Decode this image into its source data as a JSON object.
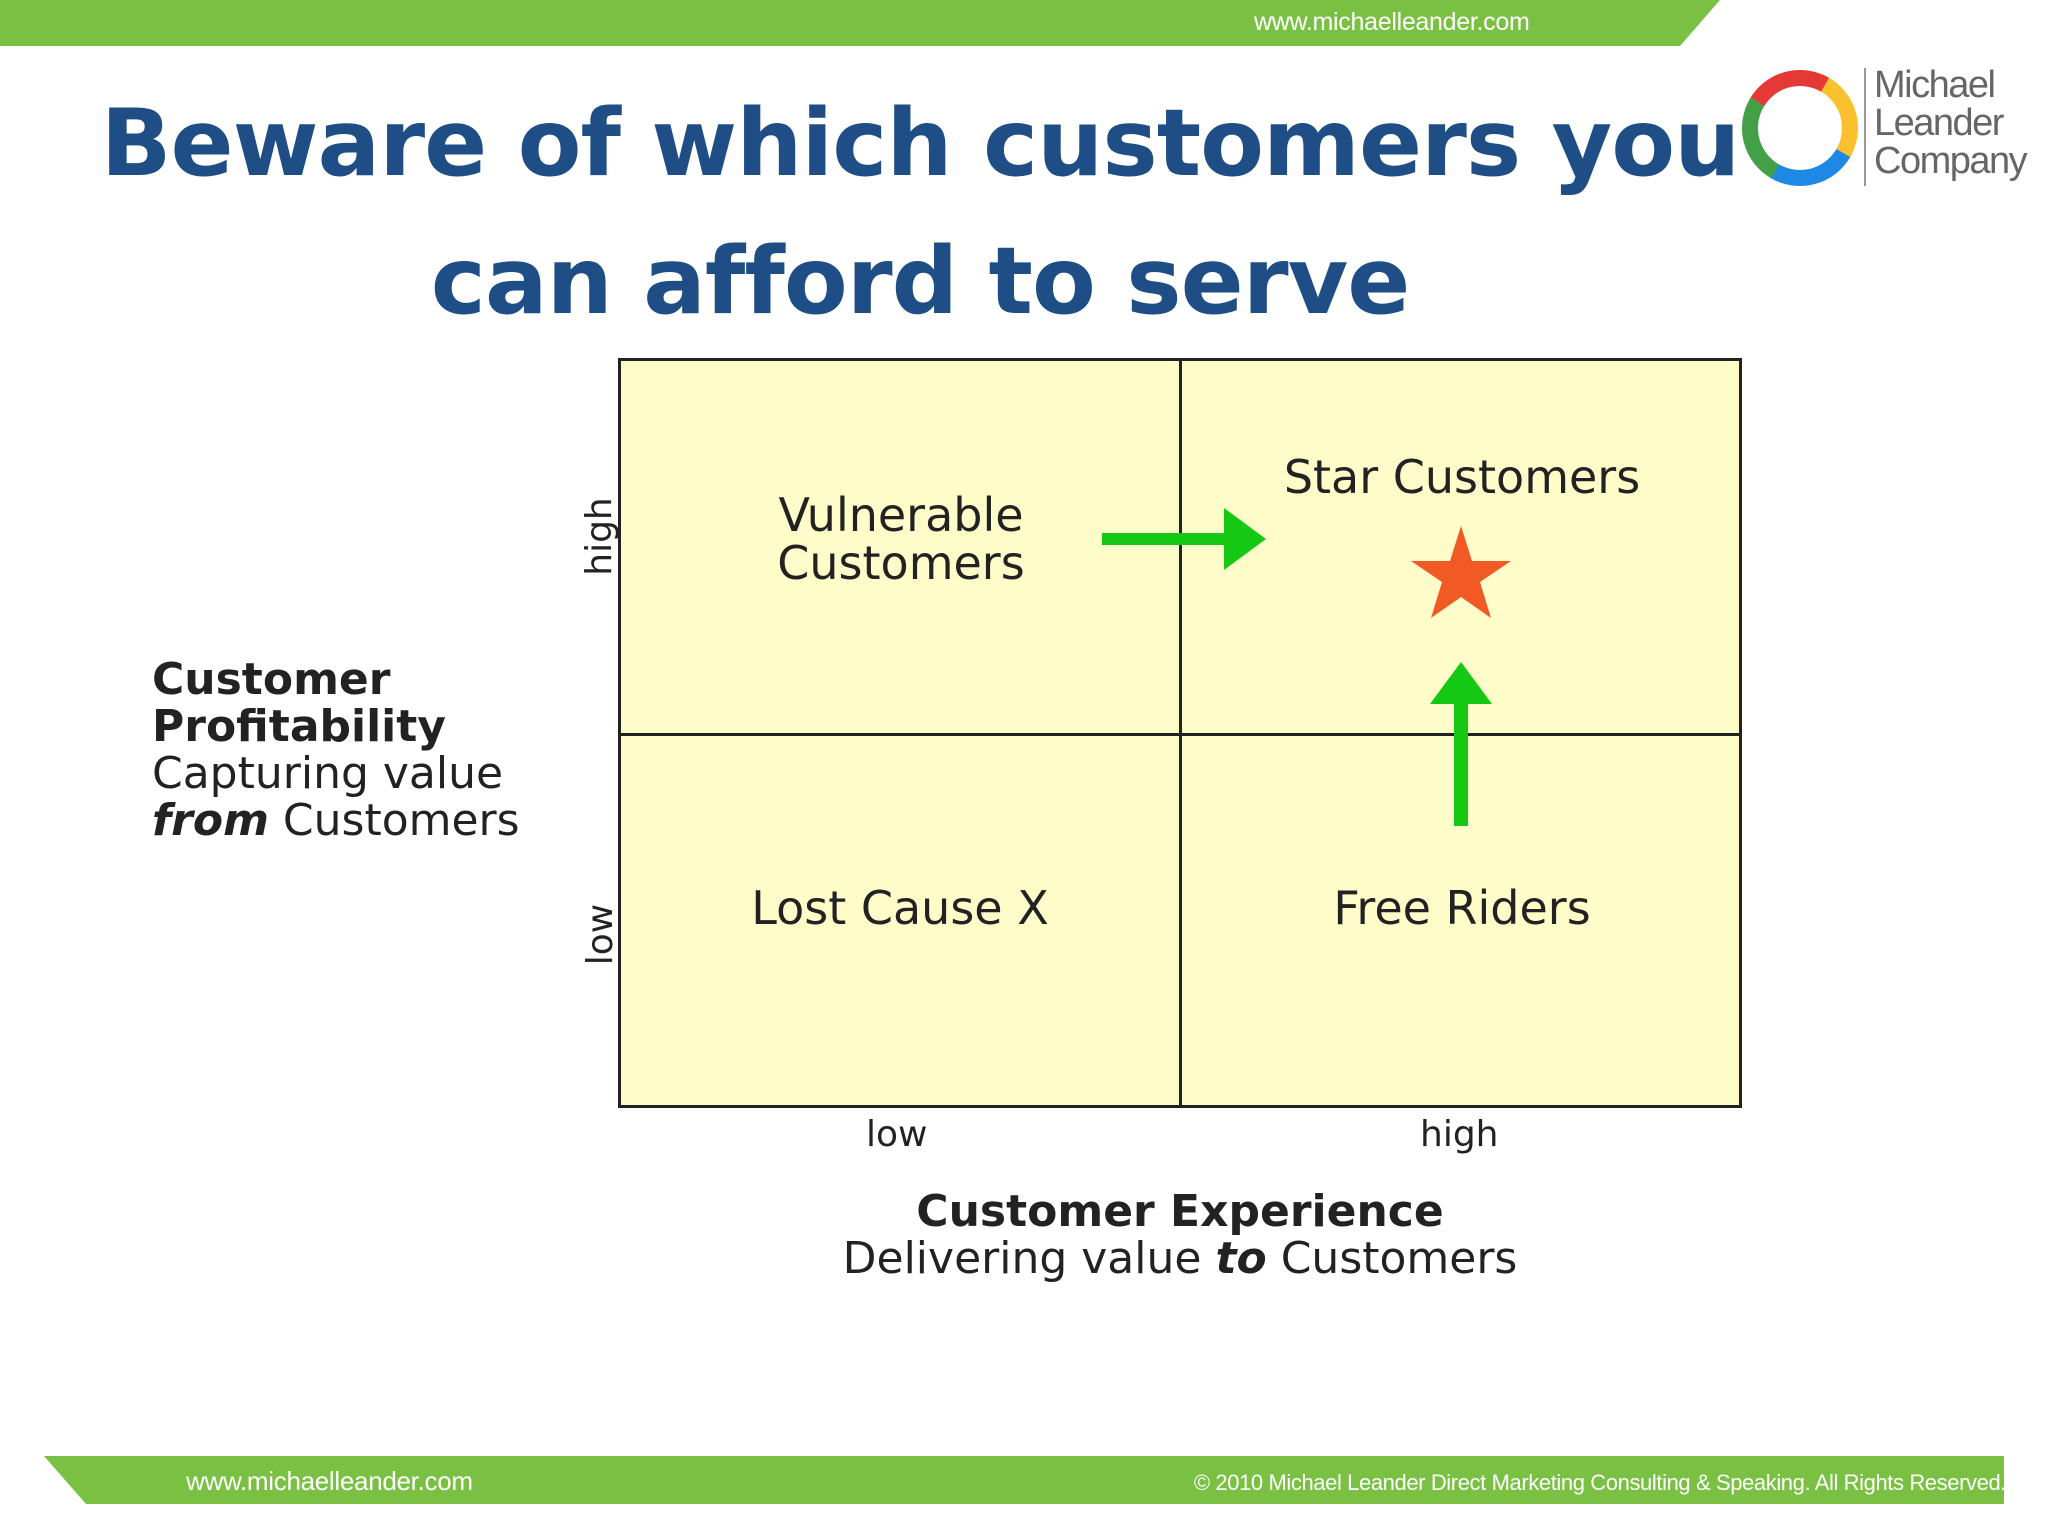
{
  "header": {
    "url": "www.michaelleander.com",
    "title_line1": "Beware of which customers you",
    "title_line2": "can afford to serve",
    "logo_line1": "Michael",
    "logo_line2": "Leander",
    "logo_line3": "Company"
  },
  "matrix": {
    "quadrants": {
      "top_left": "Vulnerable Customers",
      "top_right": "Star Customers",
      "bottom_left": "Lost Cause X",
      "bottom_right": "Free Riders"
    },
    "y_axis": {
      "title": "Customer Profitability",
      "subtitle_pre": "Capturing value",
      "subtitle_emph": "from",
      "subtitle_post": "Customers",
      "tick_high": "high",
      "tick_low": "low"
    },
    "x_axis": {
      "title": "Customer Experience",
      "subtitle_pre": "Delivering value",
      "subtitle_emph": "to",
      "subtitle_post": "Customers",
      "tick_low": "low",
      "tick_high": "high"
    },
    "colors": {
      "fill": "#fefcc8",
      "arrow": "#14c814",
      "star": "#f15a24"
    }
  },
  "footer": {
    "url": "www.michaelleander.com",
    "copyright": "© 2010 Michael Leander Direct Marketing Consulting & Speaking. All Rights Reserved."
  }
}
